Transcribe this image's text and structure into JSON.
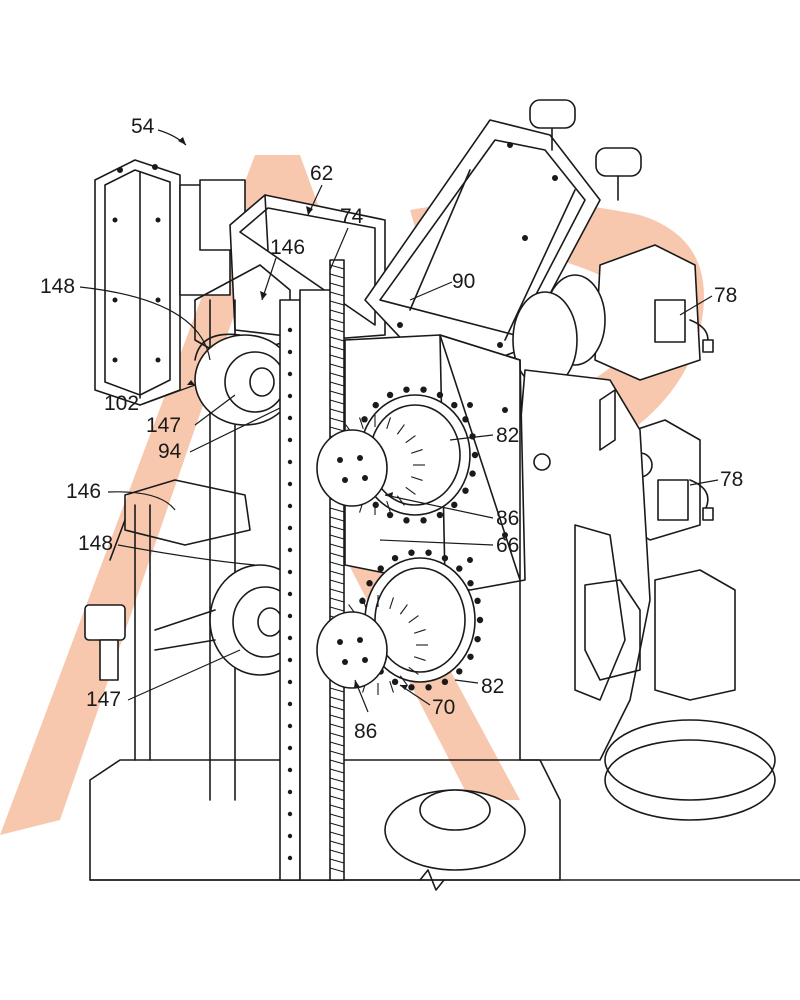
{
  "watermark": {
    "color": "#f39a6b",
    "opacity": 0.55
  },
  "labels": [
    {
      "id": "54",
      "text": "54"
    },
    {
      "id": "62",
      "text": "62"
    },
    {
      "id": "74",
      "text": "74"
    },
    {
      "id": "146a",
      "text": "146"
    },
    {
      "id": "148a",
      "text": "148"
    },
    {
      "id": "90",
      "text": "90"
    },
    {
      "id": "78a",
      "text": "78"
    },
    {
      "id": "102",
      "text": "102"
    },
    {
      "id": "147a",
      "text": "147"
    },
    {
      "id": "94",
      "text": "94"
    },
    {
      "id": "82a",
      "text": "82"
    },
    {
      "id": "146b",
      "text": "146"
    },
    {
      "id": "78b",
      "text": "78"
    },
    {
      "id": "86a",
      "text": "86"
    },
    {
      "id": "148b",
      "text": "148"
    },
    {
      "id": "66",
      "text": "66"
    },
    {
      "id": "82b",
      "text": "82"
    },
    {
      "id": "147b",
      "text": "147"
    },
    {
      "id": "70",
      "text": "70"
    },
    {
      "id": "86b",
      "text": "86"
    }
  ]
}
